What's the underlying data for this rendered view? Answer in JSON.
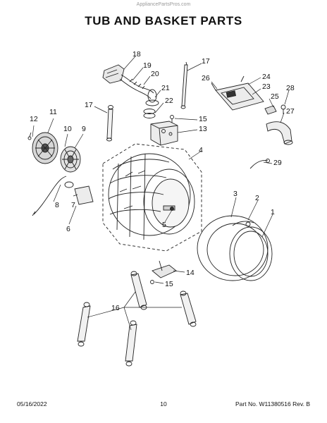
{
  "header": {
    "watermark": "AppliancePartsPros.com",
    "title": "TUB AND BASKET PARTS"
  },
  "callouts": {
    "c1": "1",
    "c2": "2",
    "c3": "3",
    "c4": "4",
    "c5": "5",
    "c6": "6",
    "c7": "7",
    "c8": "8",
    "c9": "9",
    "c10": "10",
    "c11": "11",
    "c12": "12",
    "c13": "13",
    "c14": "14",
    "c15a": "15",
    "c15b": "15",
    "c16": "16",
    "c17a": "17",
    "c17b": "17",
    "c18": "18",
    "c19": "19",
    "c20": "20",
    "c21": "21",
    "c22": "22",
    "c23": "23",
    "c24": "24",
    "c25": "25",
    "c26": "26",
    "c27": "27",
    "c28": "28",
    "c29": "29"
  },
  "footer": {
    "date": "05/16/2022",
    "page": "10",
    "part_no": "Part No. W11380516  Rev. B"
  }
}
